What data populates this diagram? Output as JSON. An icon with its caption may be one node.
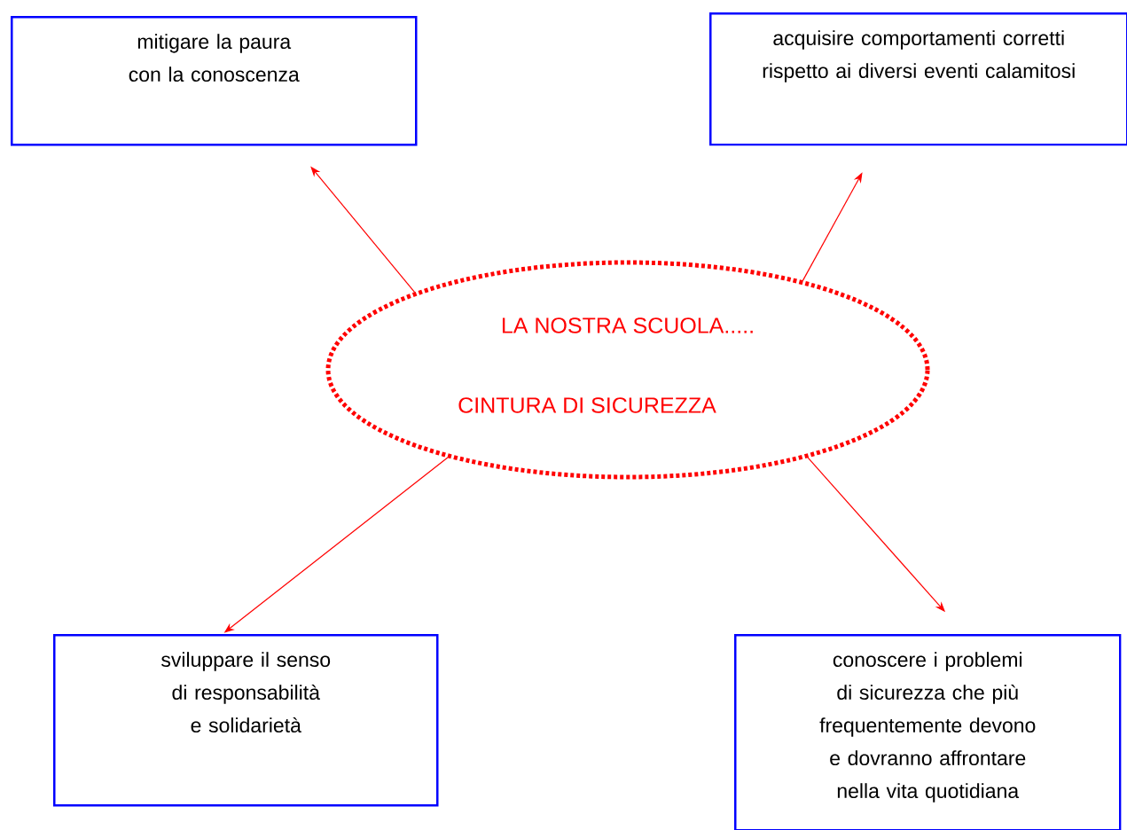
{
  "diagram": {
    "nodes": [
      {
        "text": [
          "LA NOSTRA SCUOLA.....",
          "CINTURA DI SICUREZZA"
        ]
      },
      {
        "text": [
          "mitigare la paura con la conoscenza"
        ]
      },
      {
        "text": [
          "acquisire comportamenti corretti  rispetto ai diversi eventi calamitosi"
        ]
      },
      {
        "text": [
          "sviluppare il senso di responsabilità e solidarietà"
        ]
      },
      {
        "text": [
          "conoscere i problemi di sicurezza che più frequentemente devono e dovranno affrontare nella vita quotidiana"
        ]
      }
    ],
    "edges": [
      {
        "from": 0,
        "to": 1,
        "arrow": "to",
        "color": "#ff0000"
      },
      {
        "from": 0,
        "to": 2,
        "arrow": "to",
        "color": "#ff0000"
      },
      {
        "from": 0,
        "to": 3,
        "arrow": "to",
        "color": "#ff0000"
      },
      {
        "from": 0,
        "to": 4,
        "arrow": "to",
        "color": "#ff0000"
      }
    ]
  }
}
